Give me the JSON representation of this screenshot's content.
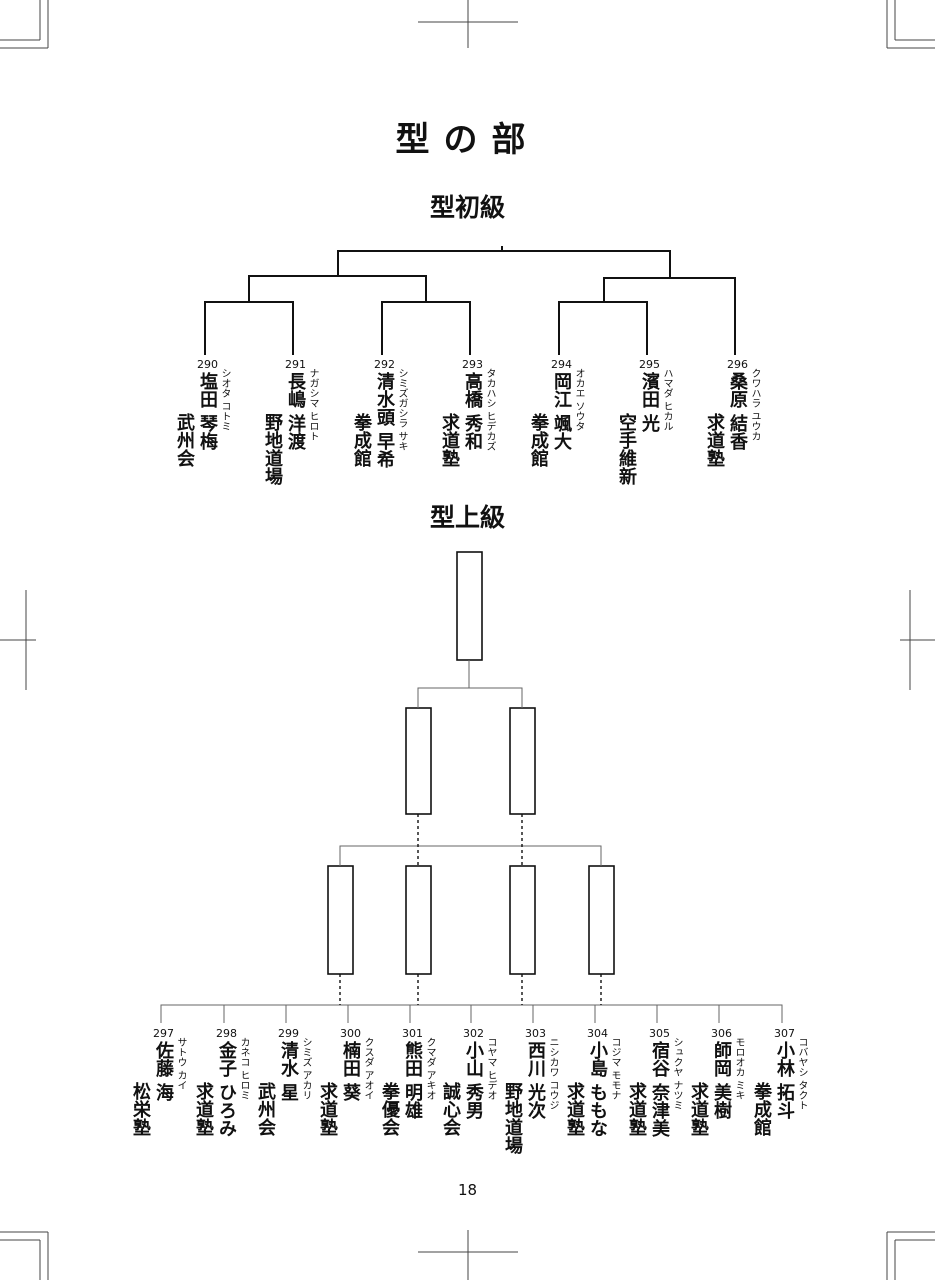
{
  "title": "型の部",
  "sections": [
    {
      "title": "型初級",
      "entrants": [
        {
          "no": "290",
          "kana": "シオタ コトミ",
          "name": "塩田 琴梅",
          "club": "武州会"
        },
        {
          "no": "291",
          "kana": "ナガシマ ヒロト",
          "name": "長嶋 洋渡",
          "club": "野地道場"
        },
        {
          "no": "292",
          "kana": "シミズガシラ サキ",
          "name": "清水頭 早希",
          "club": "拳成館"
        },
        {
          "no": "293",
          "kana": "タカハシ ヒデカズ",
          "name": "高橋 秀和",
          "club": "求道塾"
        },
        {
          "no": "294",
          "kana": "オカエ ソウタ",
          "name": "岡江 颯大",
          "club": "拳成館"
        },
        {
          "no": "295",
          "kana": "ハマダ ヒカル",
          "name": "濱田 光",
          "club": "空手維新"
        },
        {
          "no": "296",
          "kana": "クワハラ ユウカ",
          "name": "桑原 結香",
          "club": "求道塾"
        }
      ]
    },
    {
      "title": "型上級",
      "entrants": [
        {
          "no": "297",
          "kana": "サトウ カイ",
          "name": "佐藤 海",
          "club": "松栄塾"
        },
        {
          "no": "298",
          "kana": "カネコ ヒロミ",
          "name": "金子 ひろみ",
          "club": "求道塾"
        },
        {
          "no": "299",
          "kana": "シミズ アカリ",
          "name": "清水 星",
          "club": "武州会"
        },
        {
          "no": "300",
          "kana": "クスダ アオイ",
          "name": "楠田 葵",
          "club": "求道塾"
        },
        {
          "no": "301",
          "kana": "クマダ アキオ",
          "name": "熊田 明雄",
          "club": "拳優会"
        },
        {
          "no": "302",
          "kana": "コヤマ ヒデオ",
          "name": "小山 秀男",
          "club": "誠心会"
        },
        {
          "no": "303",
          "kana": "ニシカワ コウジ",
          "name": "西川 光次",
          "club": "野地道場"
        },
        {
          "no": "304",
          "kana": "コジマ モモナ",
          "name": "小島 ももな",
          "club": "求道塾"
        },
        {
          "no": "305",
          "kana": "シュクヤ ナツミ",
          "name": "宿谷 奈津美",
          "club": "求道塾"
        },
        {
          "no": "306",
          "kana": "モロオカ ミキ",
          "name": "師岡 美樹",
          "club": "求道塾"
        },
        {
          "no": "307",
          "kana": "コバヤシ タクト",
          "name": "小林 拓斗",
          "club": "拳成館"
        }
      ]
    }
  ],
  "page_number": "18"
}
